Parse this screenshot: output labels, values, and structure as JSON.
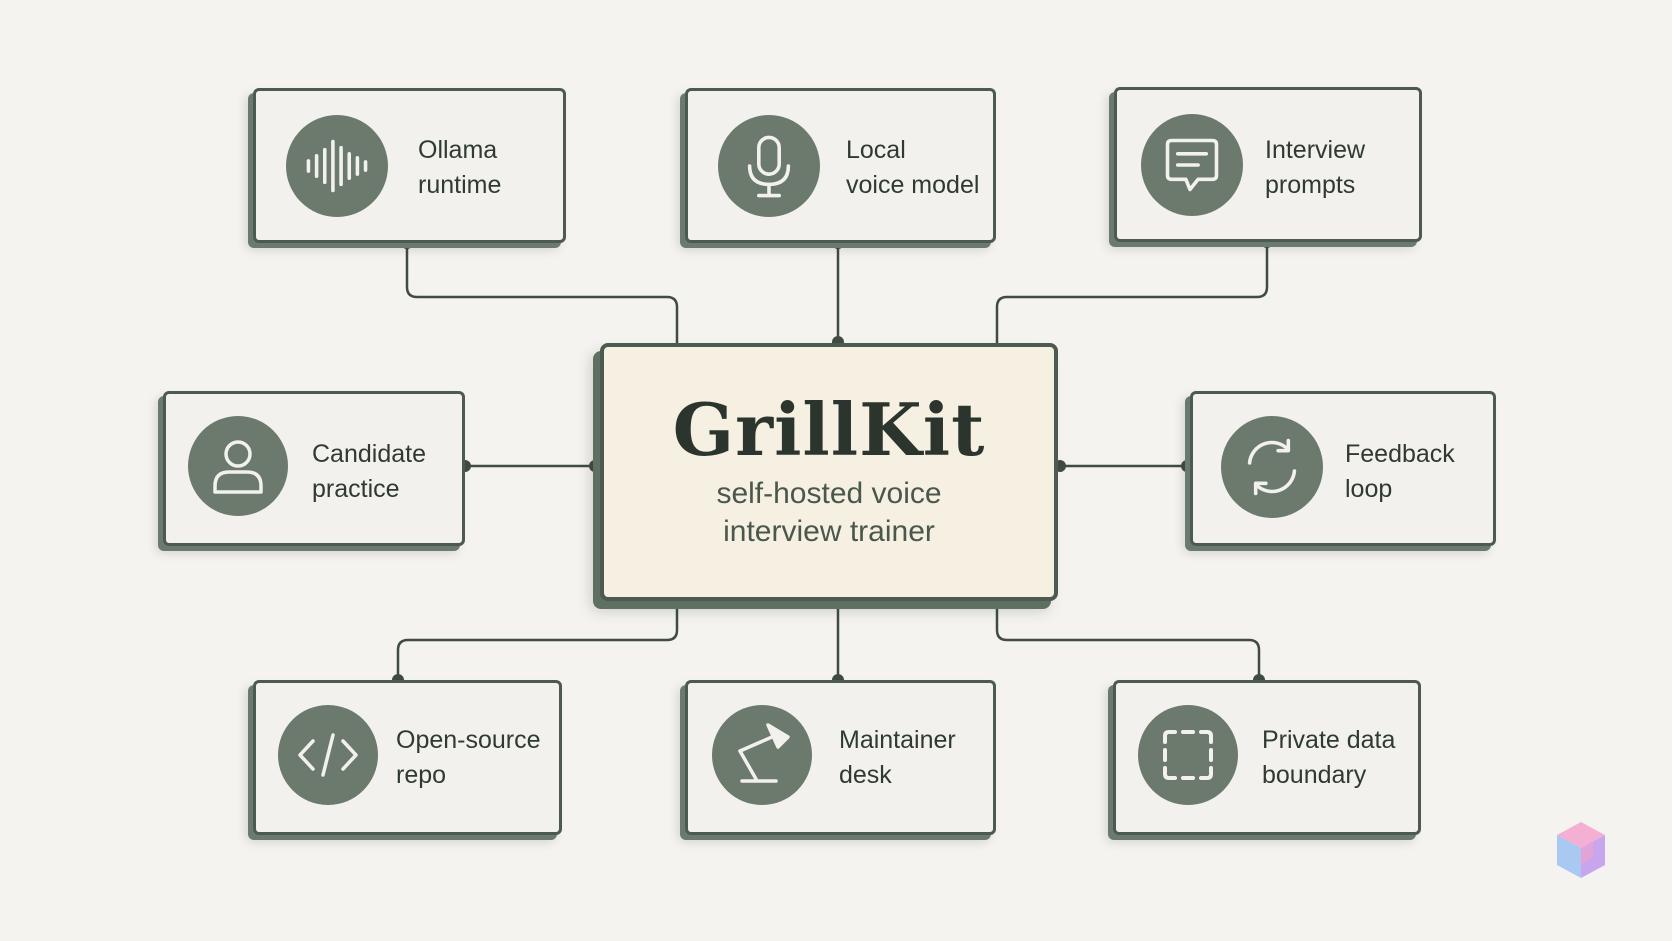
{
  "center": {
    "title": "GrillKit",
    "subtitle": "self-hosted voice\ninterview trainer"
  },
  "nodes": {
    "ollama": {
      "label": "Ollama\nruntime",
      "icon": "waveform-icon"
    },
    "voice_model": {
      "label": "Local\nvoice model",
      "icon": "microphone-icon"
    },
    "prompts": {
      "label": "Interview\nprompts",
      "icon": "chat-bubble-icon"
    },
    "candidate": {
      "label": "Candidate\npractice",
      "icon": "user-icon"
    },
    "feedback": {
      "label": "Feedback\nloop",
      "icon": "refresh-cycle-icon"
    },
    "repo": {
      "label": "Open-source\nrepo",
      "icon": "code-brackets-icon"
    },
    "maintainer": {
      "label": "Maintainer\ndesk",
      "icon": "desk-lamp-icon"
    },
    "boundary": {
      "label": "Private data\nboundary",
      "icon": "dashed-square-icon"
    }
  },
  "colors": {
    "background": "#f5f3ef",
    "node_fill": "#f2f1ed",
    "center_fill": "#f6f0e2",
    "accent": "#6b7a6d",
    "line": "#3f4b43",
    "text": "#2f3a33"
  }
}
